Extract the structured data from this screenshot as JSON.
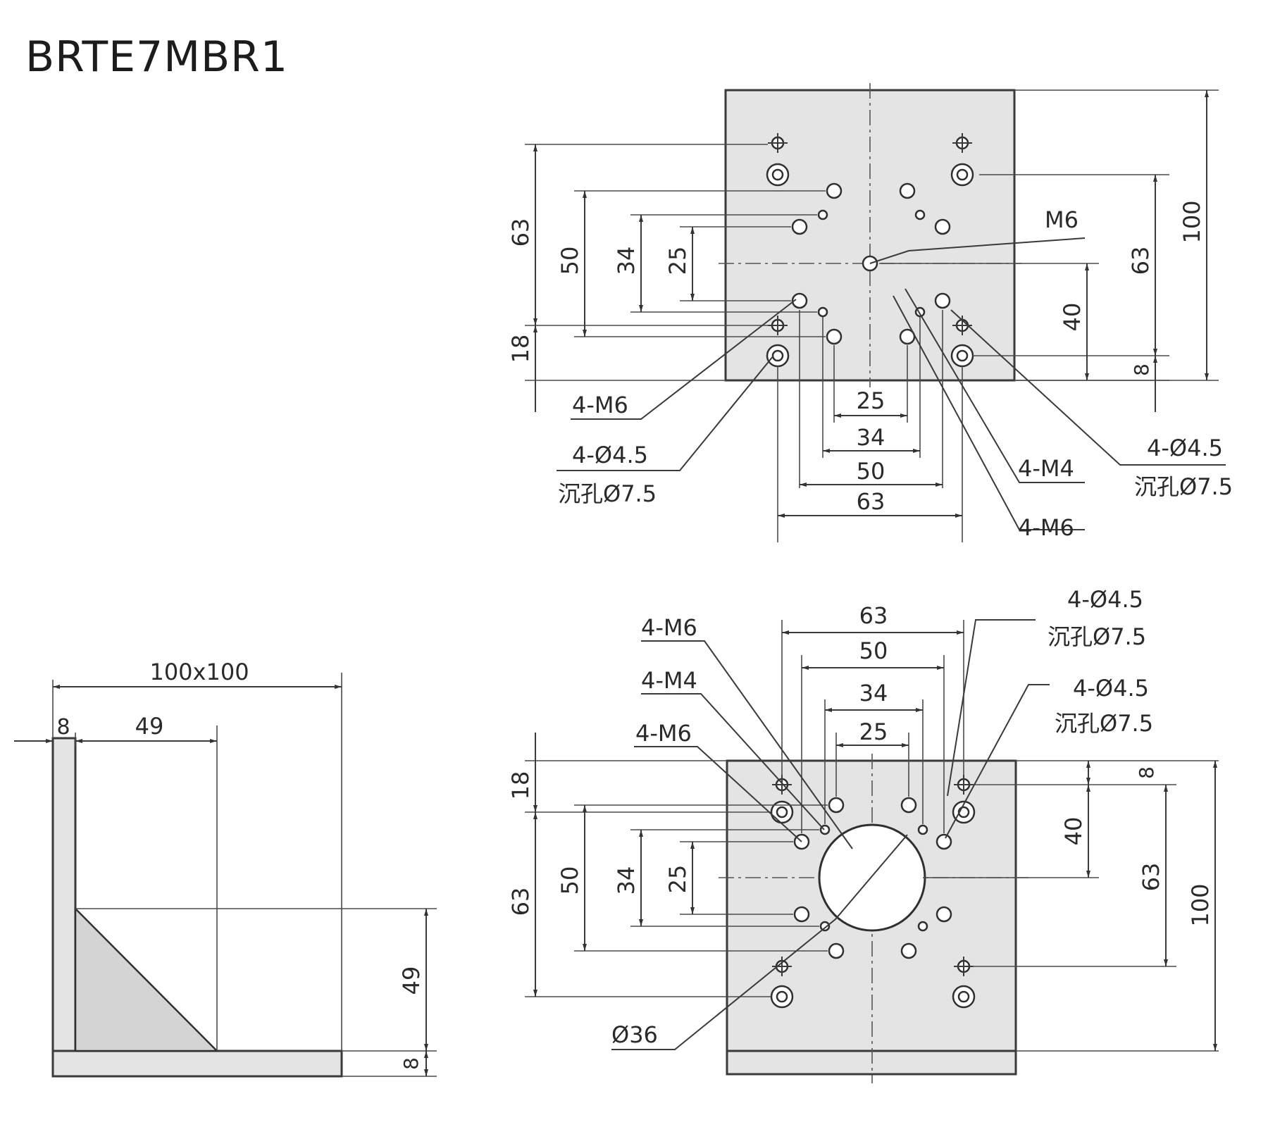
{
  "title": "BRTE7MBR1",
  "top_view": {
    "left_dims": [
      "63",
      "50",
      "34",
      "25",
      "18"
    ],
    "right_dims": [
      "100",
      "63",
      "40",
      "8"
    ],
    "bottom_dims": [
      "25",
      "34",
      "50",
      "63"
    ],
    "callouts": {
      "center_tap": "M6",
      "left_m6": "4-M6",
      "left_hole_line1": "4-Ø4.5",
      "left_hole_line2": "沉孔Ø7.5",
      "right_m4": "4-M4",
      "right_m6": "4-M6",
      "right_hole_line1": "4-Ø4.5",
      "right_hole_line2": "沉孔Ø7.5"
    }
  },
  "side_view": {
    "overall_width": "100x100",
    "thickness_top": "8",
    "gusset_width": "49",
    "gusset_height": "49",
    "thickness_right": "8"
  },
  "bottom_view": {
    "top_dims": [
      "63",
      "50",
      "34",
      "25"
    ],
    "left_dims": [
      "18",
      "50",
      "34",
      "25",
      "63"
    ],
    "right_dims": [
      "8",
      "40",
      "63",
      "100"
    ],
    "callouts": {
      "m6_upper": "4-M6",
      "m4": "4-M4",
      "m6_lower": "4-M6",
      "hole_a_line1": "4-Ø4.5",
      "hole_a_line2": "沉孔Ø7.5",
      "hole_b_line1": "4-Ø4.5",
      "hole_b_line2": "沉孔Ø7.5",
      "bore": "Ø36"
    }
  }
}
